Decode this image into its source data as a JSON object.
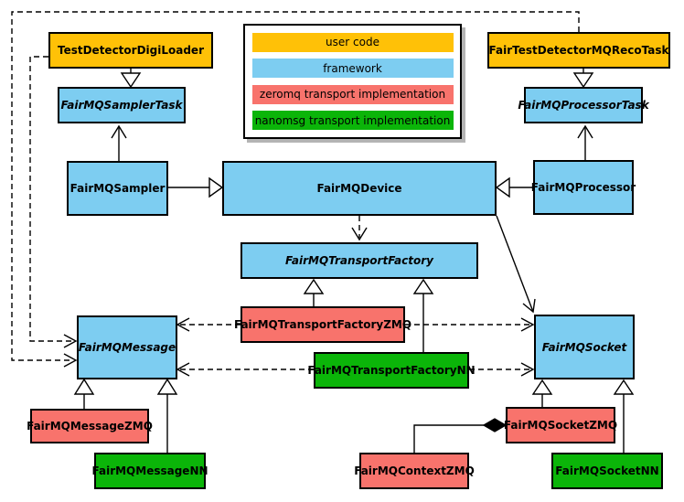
{
  "diagram": {
    "title_hint": "FairMQ class relationship diagram",
    "colors": {
      "user_code": "#FFC107",
      "framework": "#7DCDF1",
      "zeromq": "#F8736C",
      "nanomsg": "#0BB509"
    },
    "legend": {
      "items": [
        {
          "label": "user code",
          "color": "#FFC107"
        },
        {
          "label": "framework",
          "color": "#7DCDF1"
        },
        {
          "label": "zeromq transport implementation",
          "color": "#F8736C"
        },
        {
          "label": "nanomsg transport implementation",
          "color": "#0BB509"
        }
      ]
    },
    "nodes": {
      "test_detector_digi_loader": {
        "label": "TestDetectorDigiLoader",
        "category": "user_code",
        "abstract": false
      },
      "fair_test_detector_mq_reco_task": {
        "label": "FairTestDetectorMQRecoTask",
        "category": "user_code",
        "abstract": false
      },
      "fair_mq_sampler_task": {
        "label": "FairMQSamplerTask",
        "category": "framework",
        "abstract": true
      },
      "fair_mq_processor_task": {
        "label": "FairMQProcessorTask",
        "category": "framework",
        "abstract": true
      },
      "fair_mq_sampler": {
        "label": "FairMQSampler",
        "category": "framework",
        "abstract": false
      },
      "fair_mq_device": {
        "label": "FairMQDevice",
        "category": "framework",
        "abstract": false
      },
      "fair_mq_processor": {
        "label": "FairMQProcessor",
        "category": "framework",
        "abstract": false
      },
      "fair_mq_transport_factory": {
        "label": "FairMQTransportFactory",
        "category": "framework",
        "abstract": true
      },
      "fair_mq_transport_factory_zmq": {
        "label": "FairMQTransportFactoryZMQ",
        "category": "zeromq",
        "abstract": false
      },
      "fair_mq_transport_factory_nn": {
        "label": "FairMQTransportFactoryNN",
        "category": "nanomsg",
        "abstract": false
      },
      "fair_mq_message": {
        "label": "FairMQMessage",
        "category": "framework",
        "abstract": true
      },
      "fair_mq_socket": {
        "label": "FairMQSocket",
        "category": "framework",
        "abstract": true
      },
      "fair_mq_message_zmq": {
        "label": "FairMQMessageZMQ",
        "category": "zeromq",
        "abstract": false
      },
      "fair_mq_message_nn": {
        "label": "FairMQMessageNN",
        "category": "nanomsg",
        "abstract": false
      },
      "fair_mq_socket_zmq": {
        "label": "FairMQSocketZMQ",
        "category": "zeromq",
        "abstract": false
      },
      "fair_mq_socket_nn": {
        "label": "FairMQSocketNN",
        "category": "nanomsg",
        "abstract": false
      },
      "fair_mq_context_zmq": {
        "label": "FairMQContextZMQ",
        "category": "zeromq",
        "abstract": false
      }
    },
    "edges": [
      {
        "from": "TestDetectorDigiLoader",
        "to": "FairMQSamplerTask",
        "type": "inheritance"
      },
      {
        "from": "FairTestDetectorMQRecoTask",
        "to": "FairMQProcessorTask",
        "type": "inheritance"
      },
      {
        "from": "FairMQSampler",
        "to": "FairMQSamplerTask",
        "type": "association"
      },
      {
        "from": "FairMQProcessor",
        "to": "FairMQProcessorTask",
        "type": "association"
      },
      {
        "from": "FairMQSampler",
        "to": "FairMQDevice",
        "type": "inheritance"
      },
      {
        "from": "FairMQProcessor",
        "to": "FairMQDevice",
        "type": "inheritance"
      },
      {
        "from": "FairMQDevice",
        "to": "FairMQTransportFactory",
        "type": "dependency"
      },
      {
        "from": "FairMQDevice",
        "to": "FairMQSocket",
        "type": "association"
      },
      {
        "from": "FairMQTransportFactoryZMQ",
        "to": "FairMQTransportFactory",
        "type": "inheritance"
      },
      {
        "from": "FairMQTransportFactoryNN",
        "to": "FairMQTransportFactory",
        "type": "inheritance"
      },
      {
        "from": "FairMQTransportFactoryZMQ",
        "to": "FairMQMessage",
        "type": "dependency"
      },
      {
        "from": "FairMQTransportFactoryNN",
        "to": "FairMQMessage",
        "type": "dependency"
      },
      {
        "from": "FairMQTransportFactoryZMQ",
        "to": "FairMQSocket",
        "type": "dependency"
      },
      {
        "from": "FairMQTransportFactoryNN",
        "to": "FairMQSocket",
        "type": "dependency"
      },
      {
        "from": "TestDetectorDigiLoader",
        "to": "FairMQMessage",
        "type": "dependency"
      },
      {
        "from": "FairTestDetectorMQRecoTask",
        "to": "FairMQMessage",
        "type": "dependency"
      },
      {
        "from": "FairMQMessageZMQ",
        "to": "FairMQMessage",
        "type": "inheritance"
      },
      {
        "from": "FairMQMessageNN",
        "to": "FairMQMessage",
        "type": "inheritance"
      },
      {
        "from": "FairMQSocketZMQ",
        "to": "FairMQSocket",
        "type": "inheritance"
      },
      {
        "from": "FairMQSocketNN",
        "to": "FairMQSocket",
        "type": "inheritance"
      },
      {
        "from": "FairMQContextZMQ",
        "to": "FairMQSocketZMQ",
        "type": "composition"
      }
    ]
  }
}
